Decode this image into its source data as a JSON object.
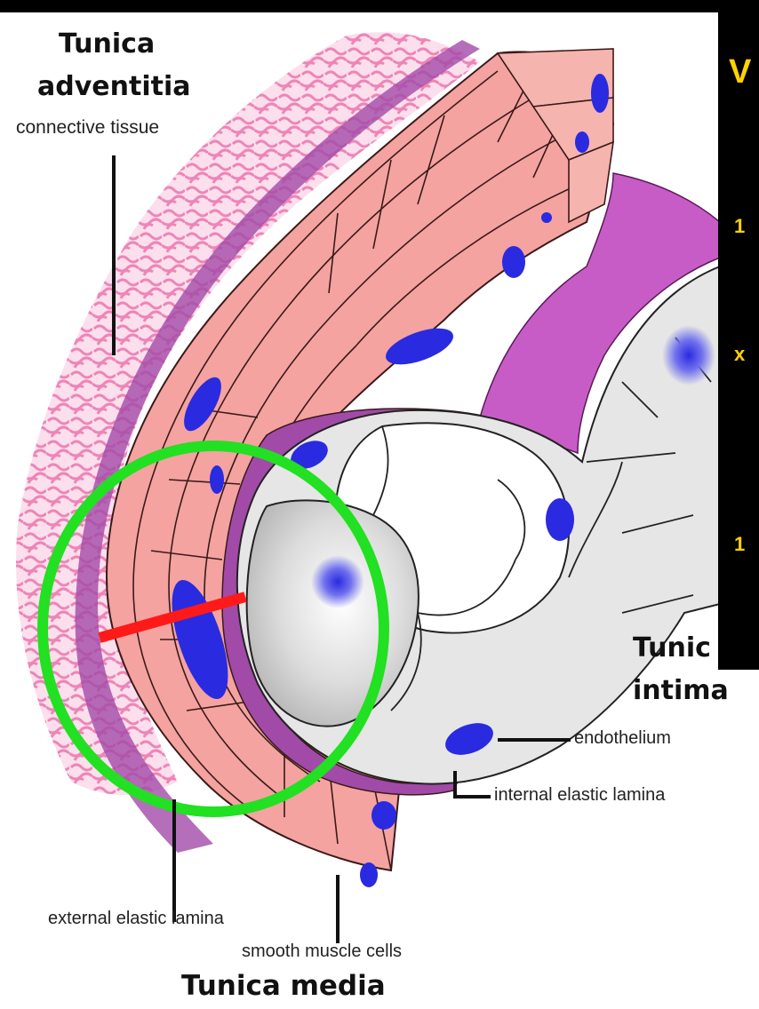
{
  "labels": {
    "tunica_adventitia_line1": "Tunica",
    "tunica_adventitia_line2": "adventitia",
    "connective_tissue": "connective tissue",
    "tunica_intima_line1": "Tunic",
    "tunica_intima_line2": "intima",
    "endothelium": "endothelium",
    "internal_elastic_lamina": "internal elastic lamina",
    "external_elastic_lamina": "external elastic lamina",
    "smooth_muscle_cells": "smooth muscle cells",
    "tunica_media": "Tunica media"
  },
  "side_panel": {
    "glyphs": [
      "V",
      "1",
      "x",
      "1"
    ]
  },
  "colors": {
    "adventitia": "#e8559a",
    "media": "#f4a3a0",
    "elastic_lamina": "#a24aa8",
    "intima_band": "#c85cc6",
    "endothelium": "#e4e4e4",
    "nucleus": "#2a2ae0",
    "highlight_circle": "#22e022",
    "highlight_line": "#ff1a1a"
  }
}
